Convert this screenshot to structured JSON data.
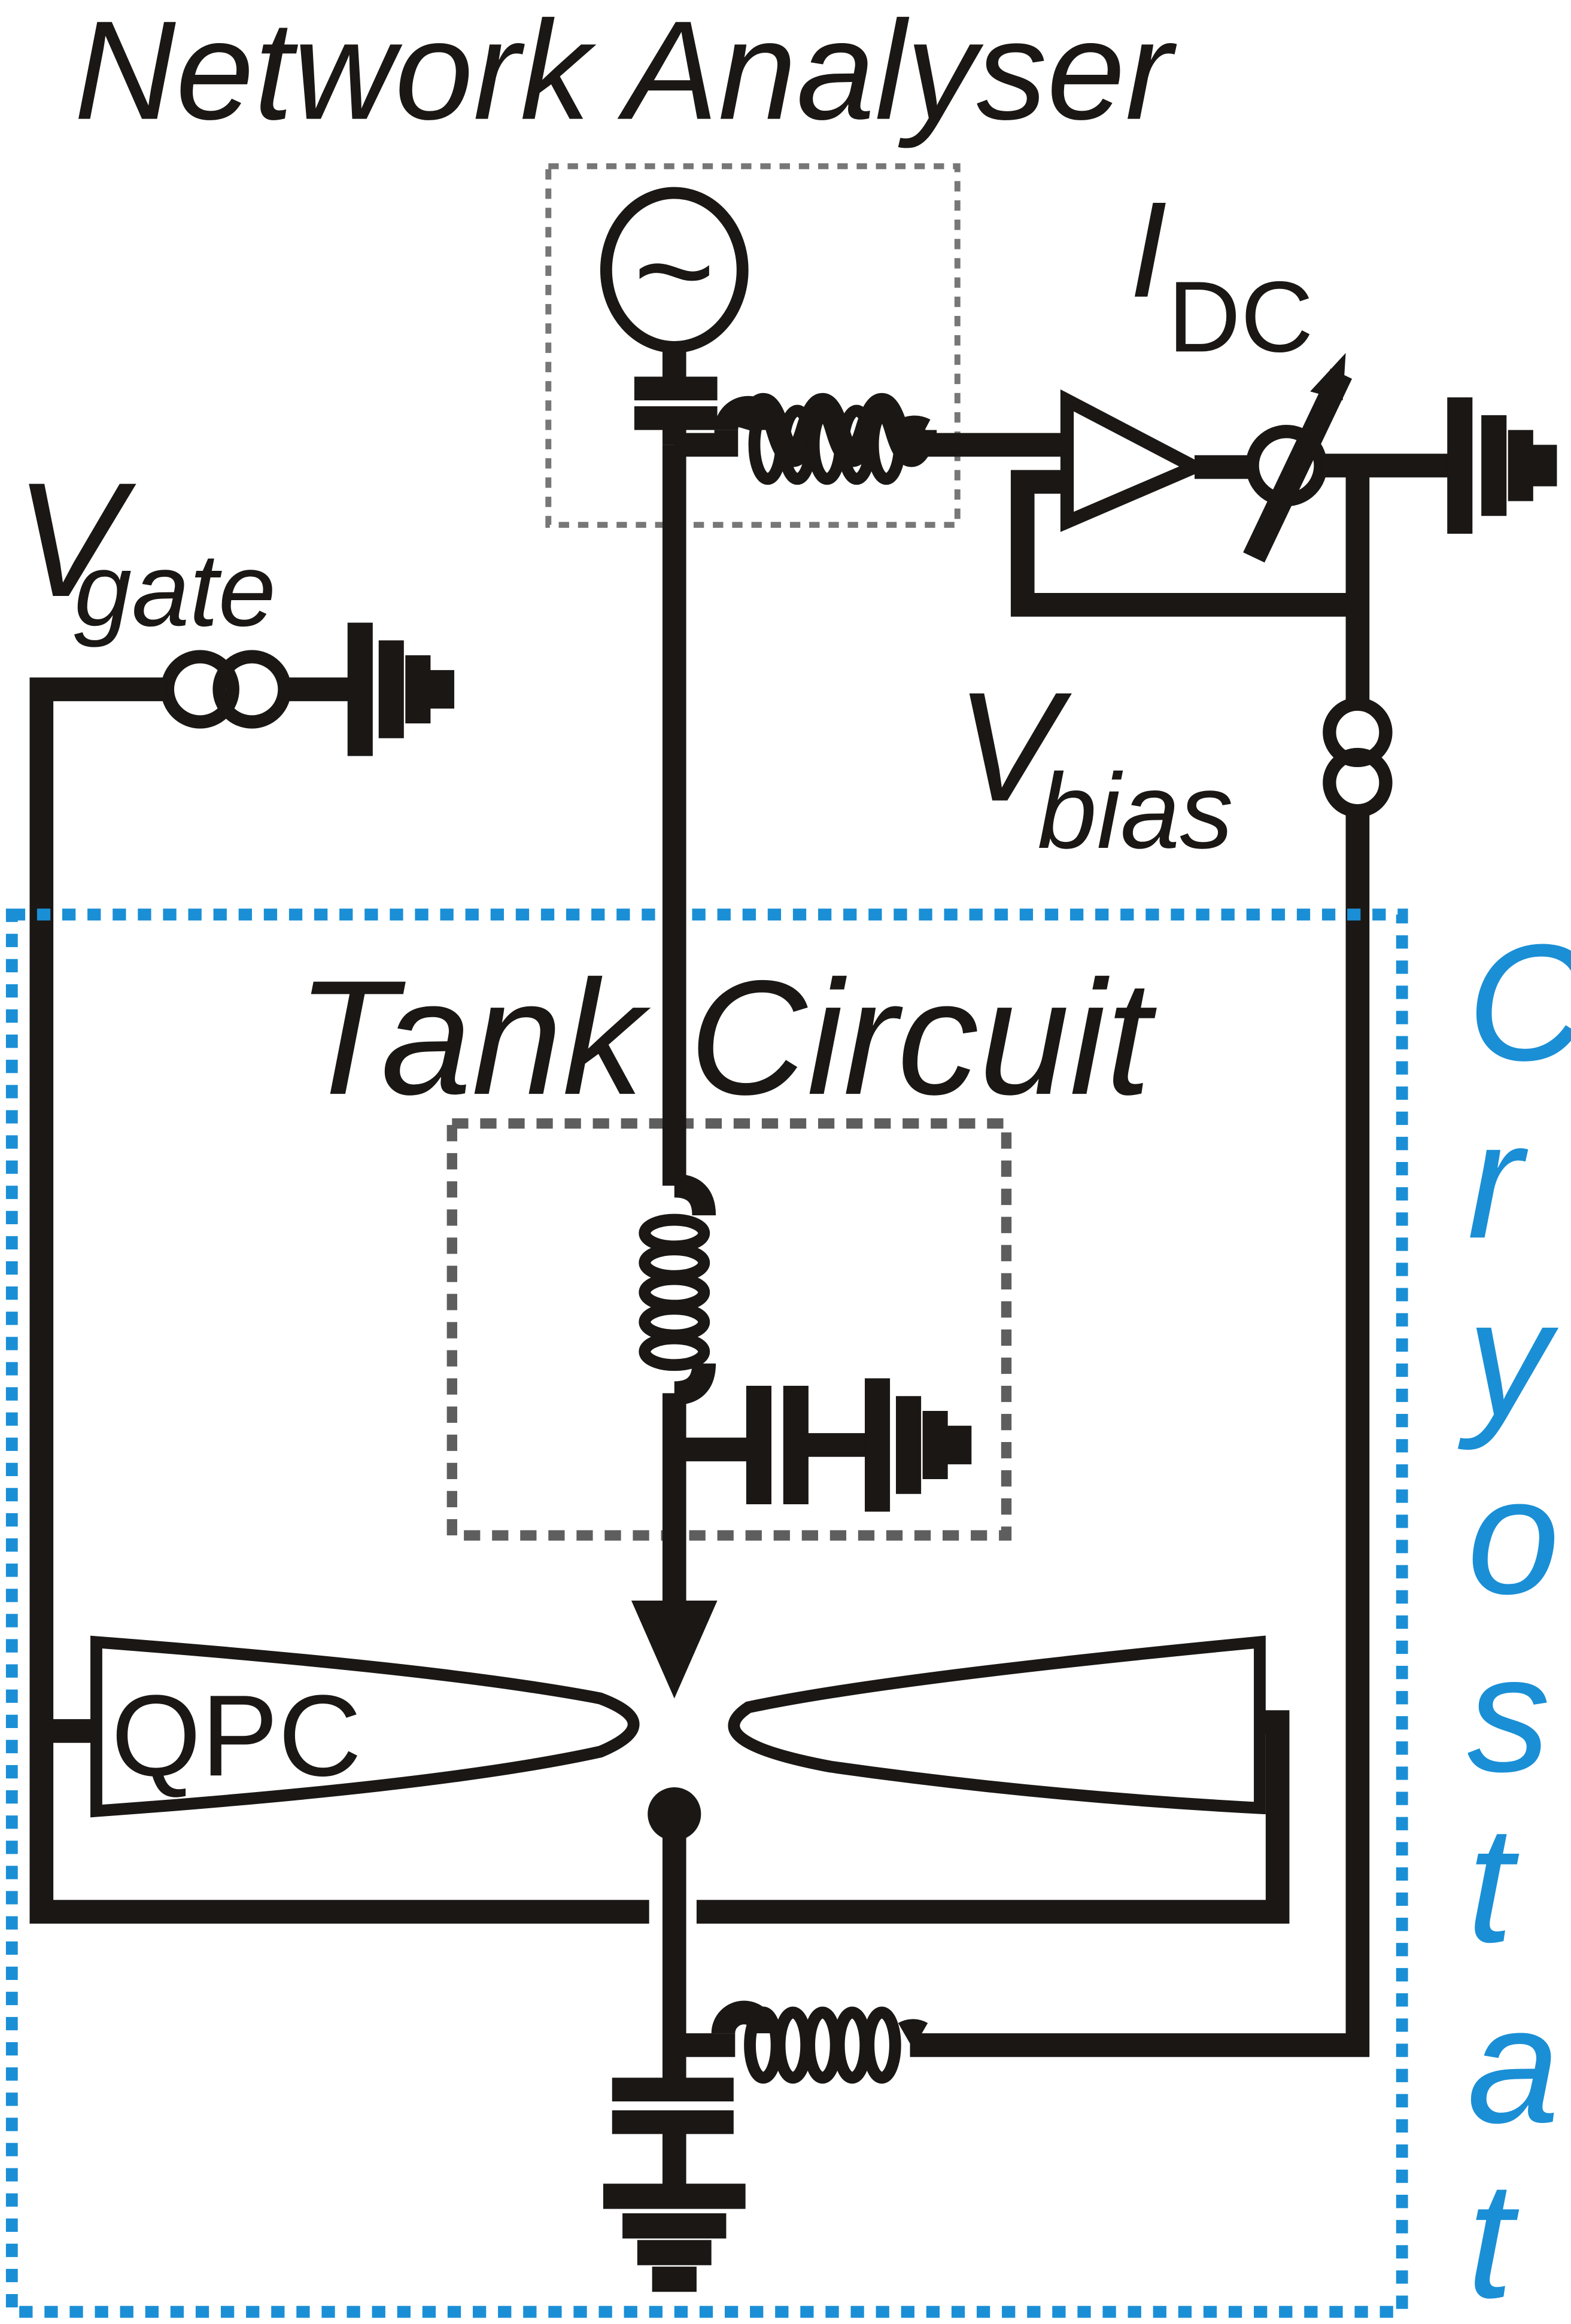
{
  "labels": {
    "network_analyser": "Network Analyser",
    "i_main": "I",
    "i_sub": "DC",
    "vgate_main": "V",
    "vgate_sub": "gate",
    "vbias_main": "V",
    "vbias_sub": "bias",
    "tank_circuit": "Tank Circuit",
    "qpc": "QPC",
    "cryostat": [
      "C",
      "r",
      "y",
      "o",
      "s",
      "t",
      "a",
      "t"
    ],
    "source_symbol": "~"
  },
  "colors": {
    "wire": "#1a1715",
    "cryostat_box": "#1a8fd6",
    "cryostat_text": "#1a8fd6",
    "network_box": "#777777",
    "tank_box": "#5e5e5e"
  },
  "icons": [
    "ac-source-icon",
    "capacitor-icon",
    "inductor-icon",
    "amplifier-icon",
    "ammeter-icon",
    "current-source-icon",
    "ground-icon",
    "arrow-icon",
    "quantum-dot-icon"
  ]
}
